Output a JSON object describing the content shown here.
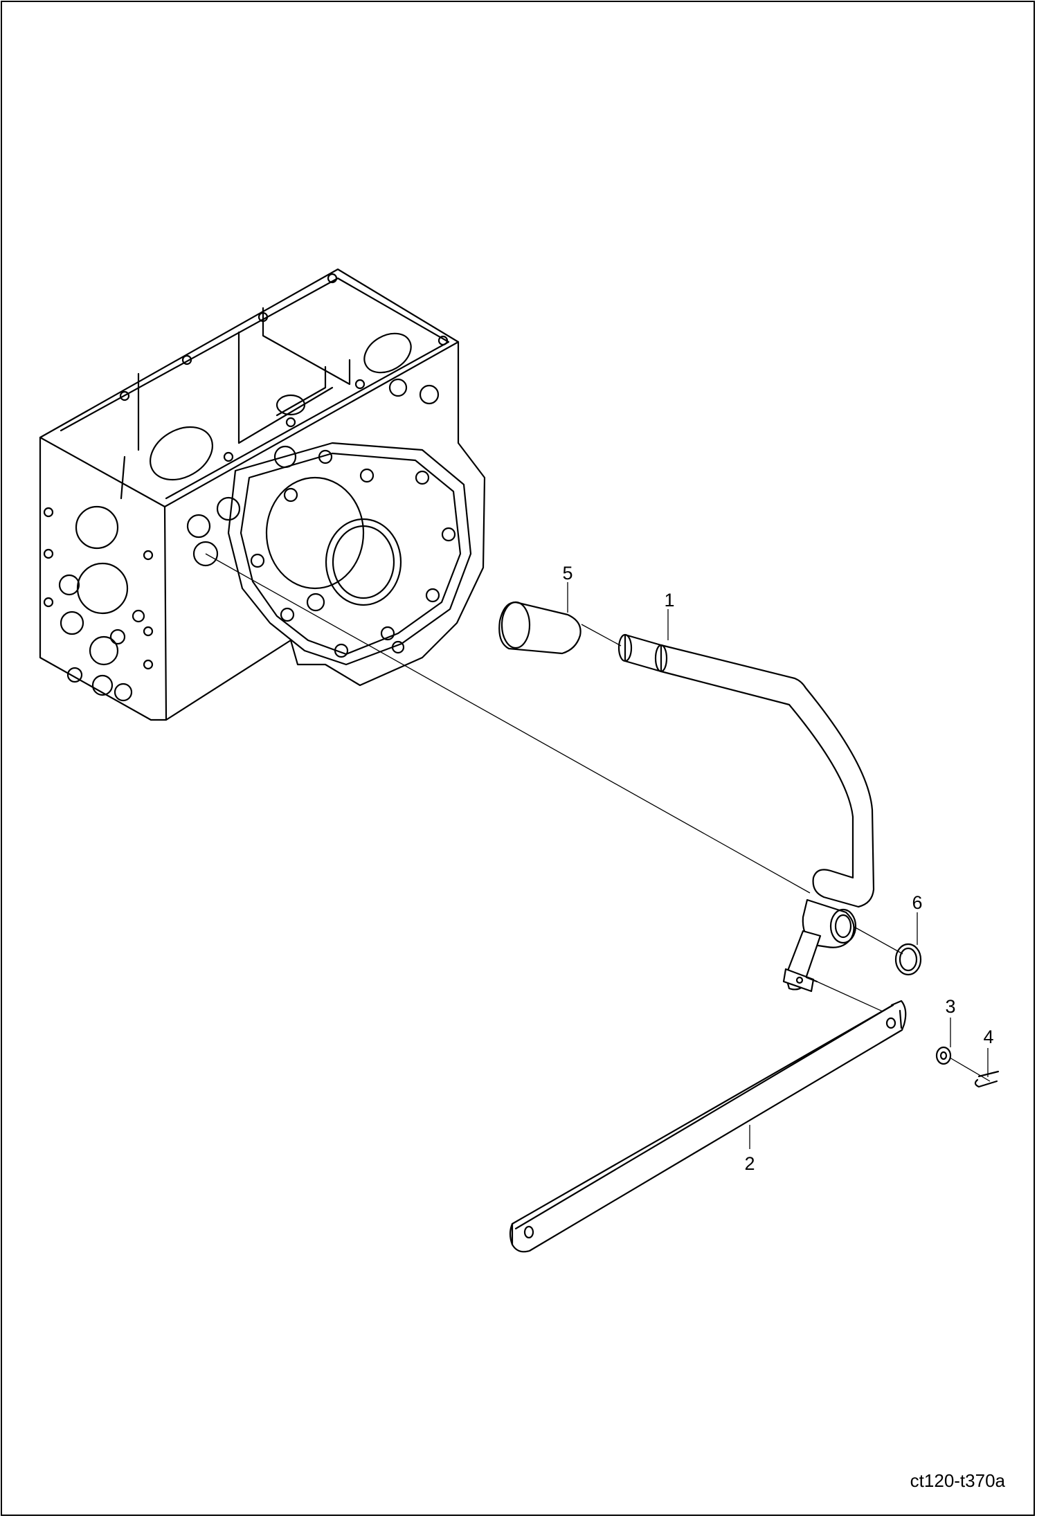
{
  "diagram": {
    "figure_id": "ct120-t370a",
    "callouts": [
      {
        "id": "callout-1",
        "label": "1"
      },
      {
        "id": "callout-2",
        "label": "2"
      },
      {
        "id": "callout-3",
        "label": "3"
      },
      {
        "id": "callout-4",
        "label": "4"
      },
      {
        "id": "callout-5",
        "label": "5"
      },
      {
        "id": "callout-6",
        "label": "6"
      }
    ]
  }
}
